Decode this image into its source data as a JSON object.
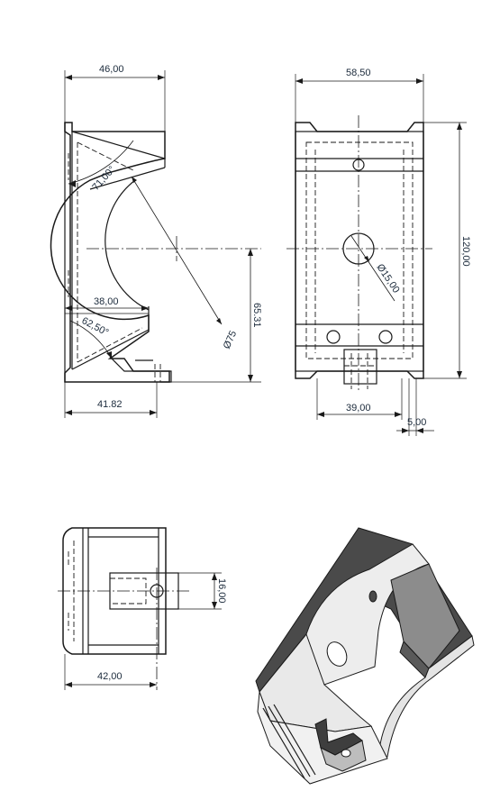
{
  "drawing": {
    "side_view": {
      "width_top": "46,00",
      "bottom_length": "41.82",
      "inner_offset": "38,00",
      "angle_upper": "71,00°",
      "angle_lower": "62,50°",
      "arc_diameter": "Ø75",
      "height_to_center": "65.31"
    },
    "front_view": {
      "width_top": "58,50",
      "total_height": "120,00",
      "hole_diameter": "Ø15,00",
      "tab_offset": "39,00",
      "tab_width": "5,00"
    },
    "top_view": {
      "width": "42,00",
      "tab_height": "16,00"
    },
    "iso_view": {
      "shading": {
        "dark": "#4d4d4d",
        "mid": "#9a9a9a",
        "light": "#e8e8e8"
      }
    }
  }
}
